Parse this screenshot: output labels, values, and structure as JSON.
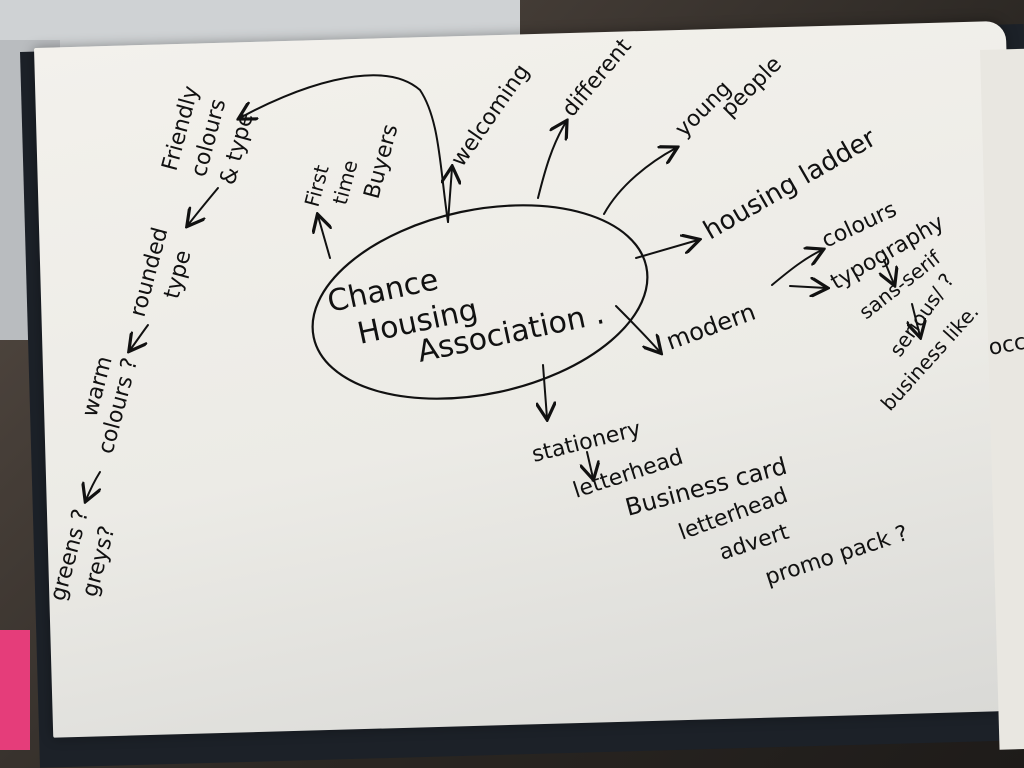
{
  "diagram": {
    "center": [
      "Chance",
      "Housing",
      "Association ."
    ],
    "nodes": {
      "friendly": [
        "Friendly",
        "colours",
        "& type"
      ],
      "rounded": [
        "rounded",
        "type"
      ],
      "warm": [
        "warm",
        "colours ?"
      ],
      "greens": [
        "greens ?",
        "greys?"
      ],
      "first": [
        "First",
        "time",
        "Buyers"
      ],
      "welcoming": "welcoming",
      "different": "different",
      "young": [
        "young",
        "people"
      ],
      "ladder": "housing ladder",
      "modern": "modern",
      "colours": "colours",
      "typography": "typography",
      "sans": "sans-serif",
      "serious": "serious/ ?",
      "business_like": "business like.",
      "stationery": "stationery",
      "letterhead1": "letterhead",
      "business_card": "Business card",
      "letterhead2": "letterhead",
      "advert": "advert",
      "promo": "promo pack ?",
      "occ": "occ"
    }
  }
}
